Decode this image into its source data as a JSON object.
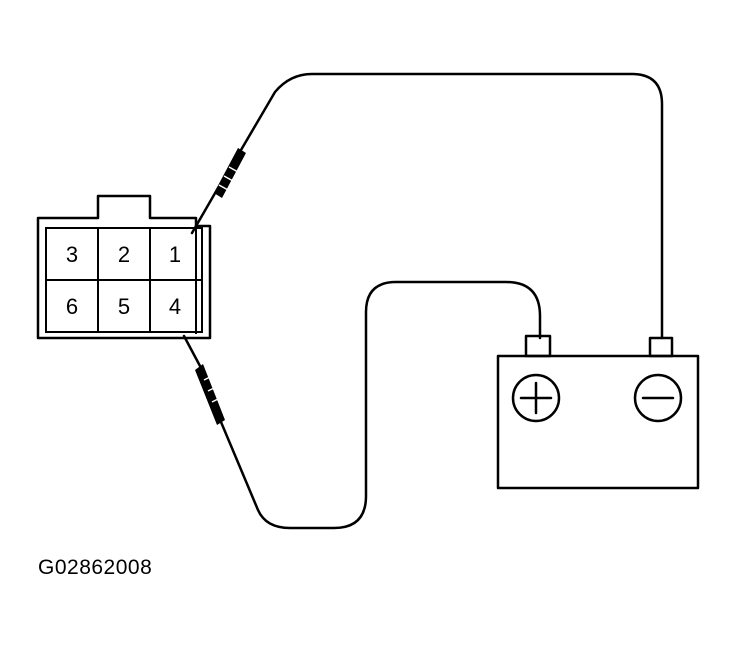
{
  "connector": {
    "terminals_top": [
      "3",
      "2",
      "1"
    ],
    "terminals_bottom": [
      "6",
      "5",
      "4"
    ]
  },
  "battery": {
    "positive_symbol": "+",
    "negative_symbol": "−"
  },
  "figure_code": "G02862008",
  "colors": {
    "line": "#000000",
    "background": "#ffffff"
  }
}
